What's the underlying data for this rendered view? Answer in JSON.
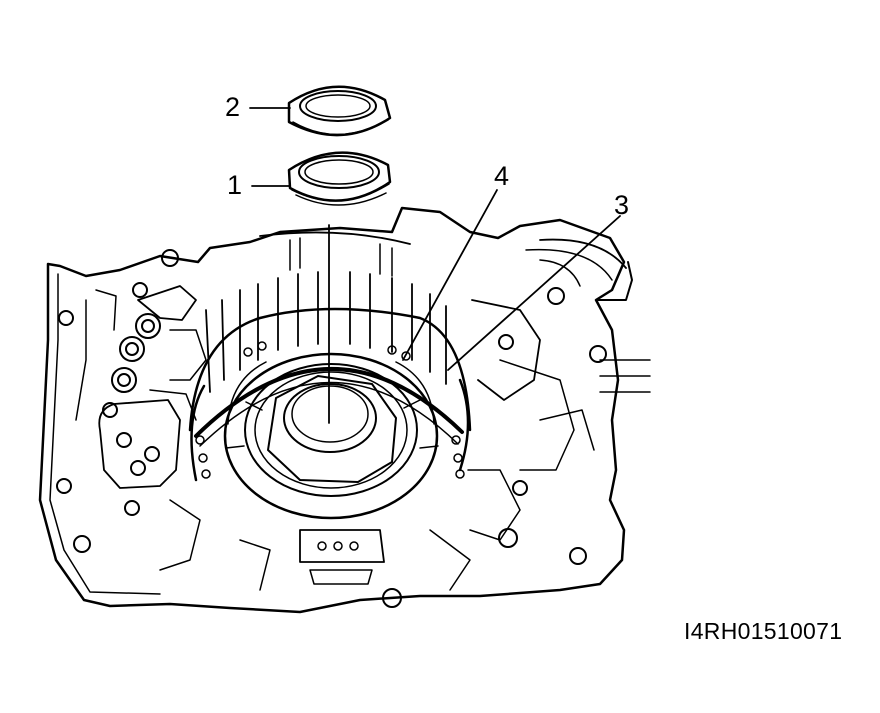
{
  "callouts": {
    "c1": "1",
    "c2": "2",
    "c3": "3",
    "c4": "4"
  },
  "figure_code": "I4RH01510071",
  "colors": {
    "ink": "#000000",
    "paper": "#ffffff"
  }
}
